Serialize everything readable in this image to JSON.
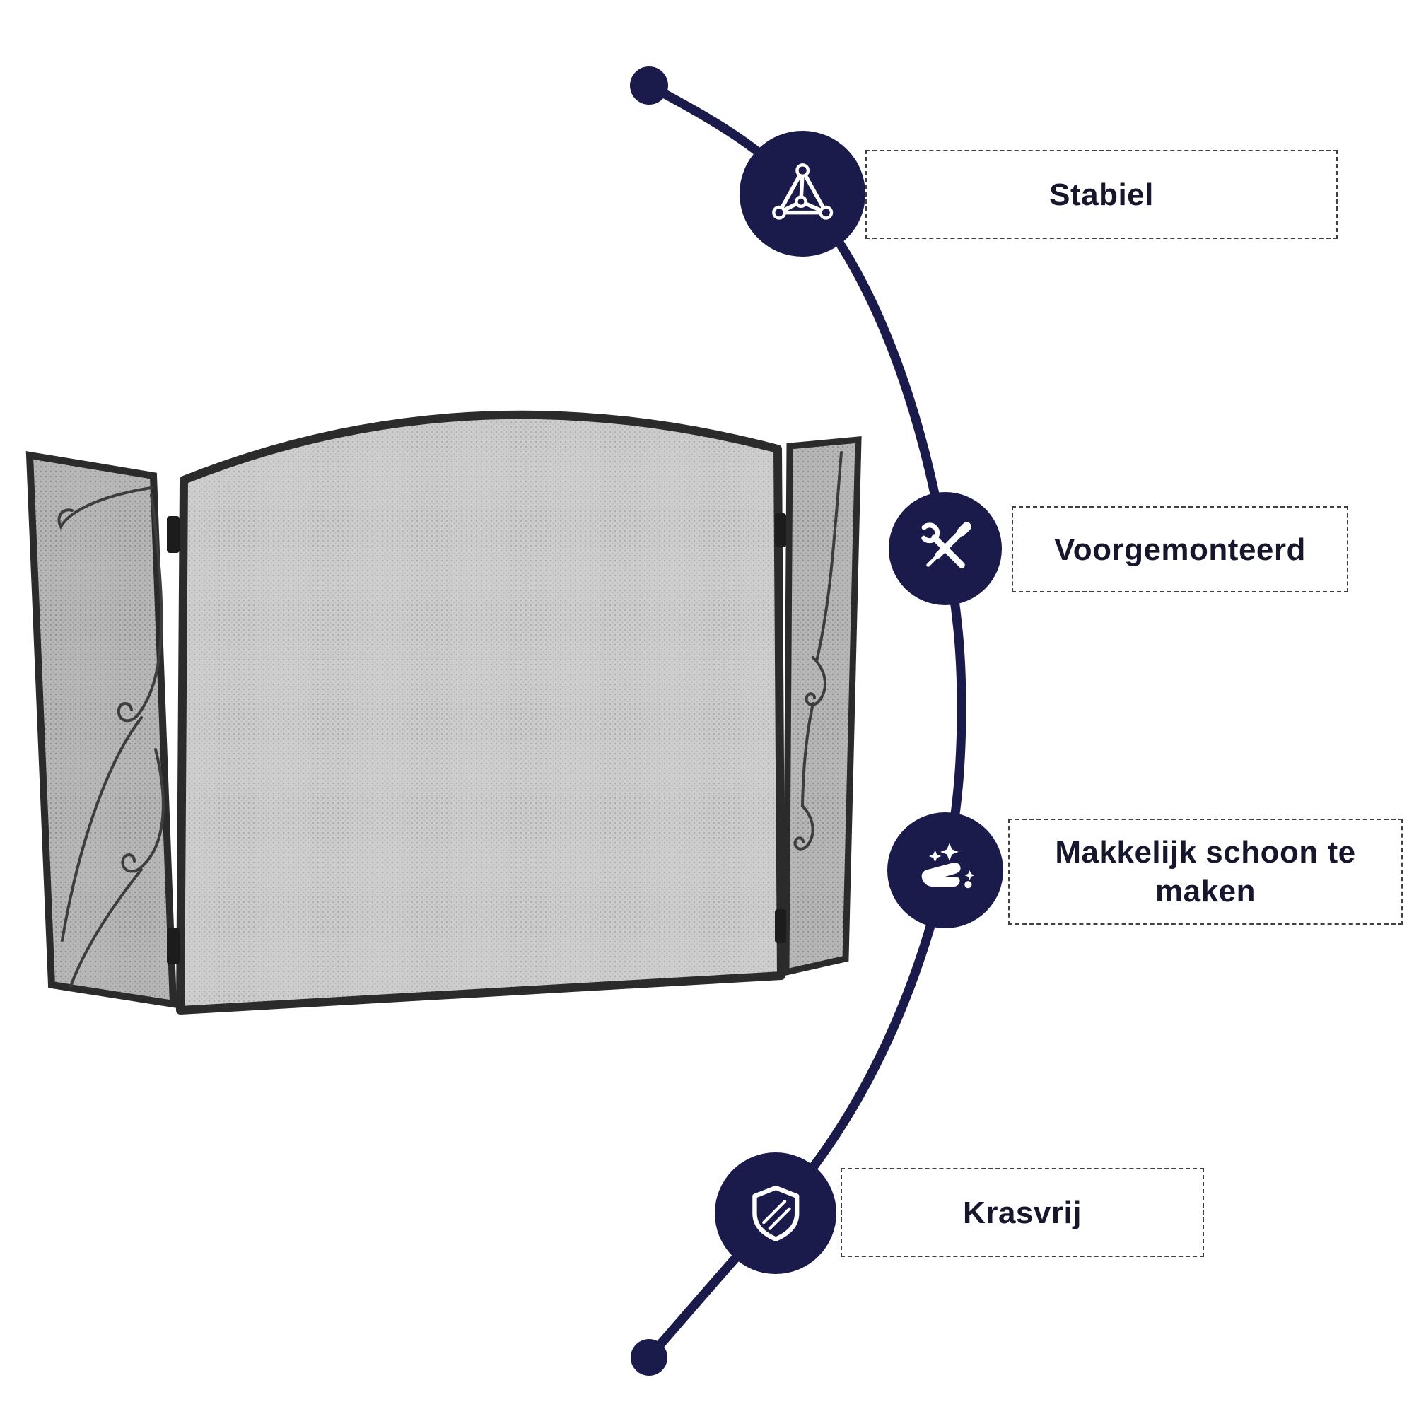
{
  "canvas": {
    "background": "#ffffff"
  },
  "colors": {
    "accent": "#1a1a4b",
    "label_text": "#16162c",
    "label_border": "#404040",
    "frame": "#2b2b2b",
    "mesh_light": "#cdcdcd",
    "mesh_dark": "#b7b7b7"
  },
  "features": [
    {
      "label": "Stabiel",
      "icon": "stability-icon"
    },
    {
      "label": "Voorgemonteerd",
      "icon": "tools-icon"
    },
    {
      "label": "Makkelijk schoon te maken",
      "icon": "easy-clean-icon"
    },
    {
      "label": "Krasvrij",
      "icon": "scratch-free-shield-icon"
    }
  ],
  "illustration": {
    "name": "three-panel-fireplace-screen"
  }
}
